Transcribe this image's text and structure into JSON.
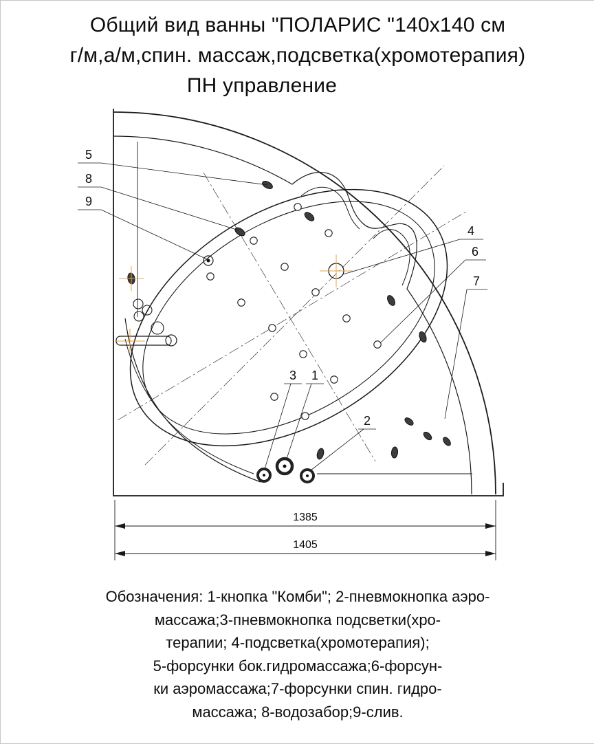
{
  "title": {
    "line1": "Общий вид ванны \"ПОЛАРИС \"140х140 см",
    "line2": "г/м,а/м,спин. массаж,подсветка(хромотерапия)",
    "line3": "ПН управление"
  },
  "drawing": {
    "callouts": {
      "n1": "1",
      "n2": "2",
      "n3": "3",
      "n4": "4",
      "n5": "5",
      "n6": "6",
      "n7": "7",
      "n8": "8",
      "n9": "9"
    },
    "dimensions": {
      "inner": "1385",
      "outer": "1405"
    },
    "colors": {
      "line": "#1a1a1a",
      "accent": "#e8a33d"
    }
  },
  "legend": {
    "lines": [
      "Обозначения: 1-кнопка \"Комби\"; 2-пневмокнопка аэро-",
      "массажа;3-пневмокнопка подсветки(хро-",
      "терапии; 4-подсветка(хромотерапия);",
      "5-форсунки бок.гидромассажа;6-форсун-",
      "ки аэромассажа;7-форсунки спин. гидро-",
      "массажа; 8-водозабор;9-слив."
    ]
  }
}
